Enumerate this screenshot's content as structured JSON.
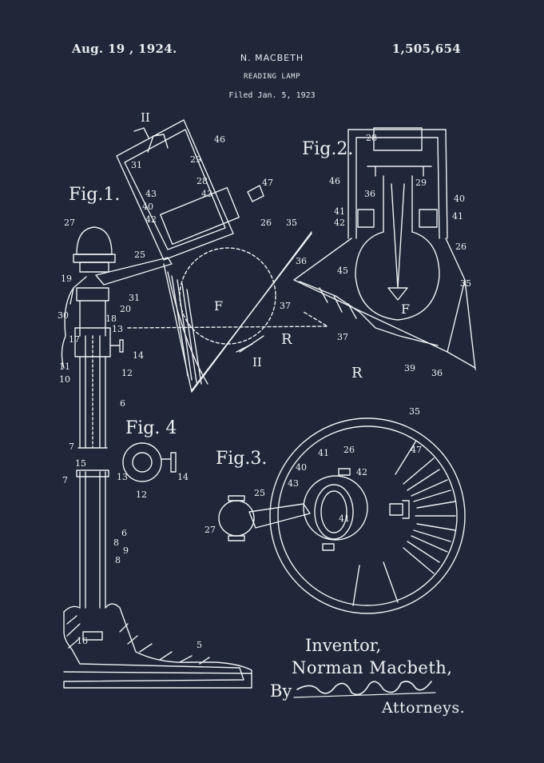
{
  "header": {
    "date": "Aug. 19 , 1924.",
    "patent_number": "1,505,654",
    "inventor": "N. MACBETH",
    "title": "READING LAMP",
    "filed": "Filed Jan. 5, 1923"
  },
  "figures": {
    "fig1": "Fig.1.",
    "fig2": "Fig.2.",
    "fig3": "Fig.3.",
    "fig4": "Fig. 4",
    "section_mark": "II"
  },
  "reference_numbers": {
    "n5": "5",
    "n6": "6",
    "n7": "7",
    "n8": "8",
    "n9": "9",
    "n10": "10",
    "n11": "11",
    "n12": "12",
    "n13": "13",
    "n14": "14",
    "n15": "15",
    "n16": "16",
    "n17": "17",
    "n18": "18",
    "n19": "19",
    "n20": "20",
    "n25": "25",
    "n26": "26",
    "n27": "27",
    "n28": "28",
    "n29": "29",
    "n30": "30",
    "n31": "31",
    "n35": "35",
    "n36": "36",
    "n37": "37",
    "n39": "39",
    "n40": "40",
    "n41": "41",
    "n42": "42",
    "n43": "43",
    "n45": "45",
    "n46": "46",
    "n47": "47",
    "F": "F",
    "R": "R"
  },
  "signature": {
    "inventor_label": "Inventor,",
    "inventor_name": "Norman Macbeth,",
    "by": "By",
    "attorneys": "Attorneys."
  },
  "colors": {
    "background": "#1f2739",
    "ink": "#eef1f3"
  }
}
